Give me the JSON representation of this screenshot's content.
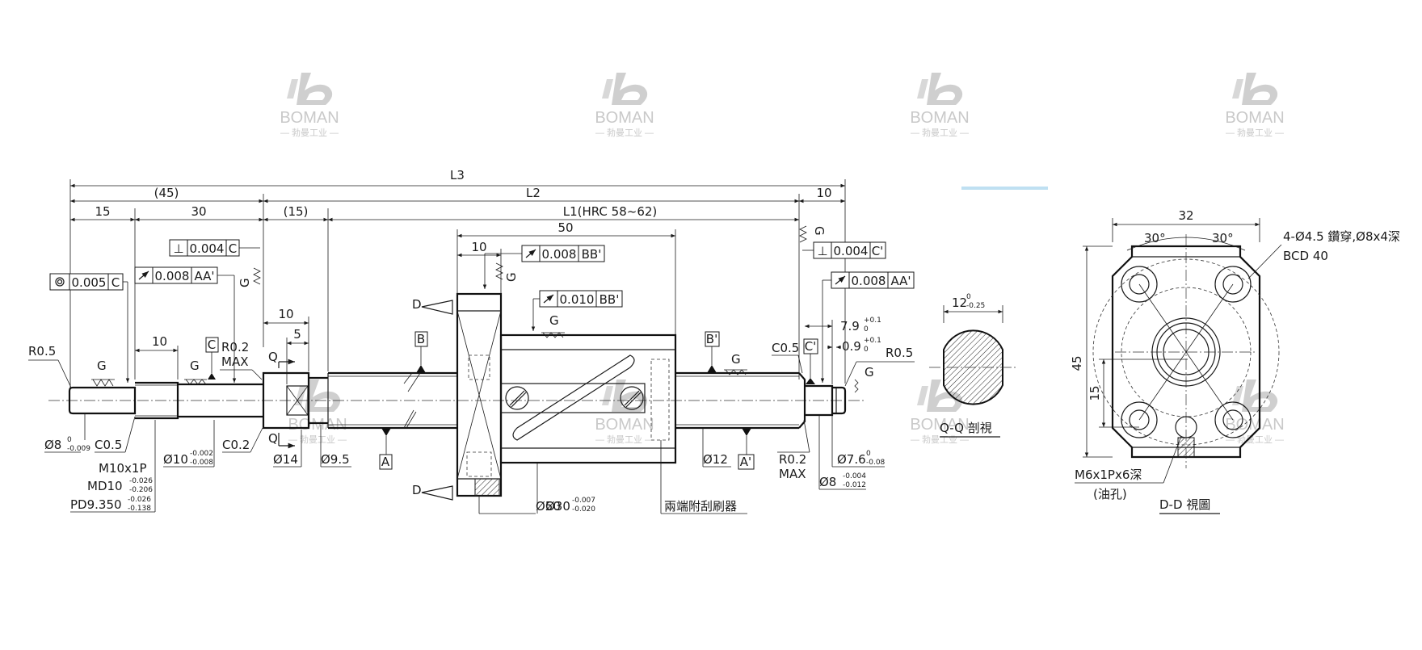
{
  "watermark": {
    "brand": "BOMAN",
    "subtitle": "— 勃曼工业 —"
  },
  "dims": {
    "L3": "L3",
    "p45": "(45)",
    "L2": "L2",
    "d10r": "10",
    "d15": "15",
    "d30": "30",
    "p15": "(15)",
    "L1": "L1(HRC 58~62)",
    "d50": "50",
    "d10n": "10",
    "d10a": "10",
    "d5": "5",
    "d10b": "10",
    "R05L": "R0.5",
    "R05R": "R0.5",
    "R02L": "R0.2",
    "maxL": "MAX",
    "R02R": "R0.2",
    "maxR": "MAX",
    "C05a": "C0.5",
    "C02": "C0.2",
    "C05b": "C0.5",
    "phi8": "Ø8",
    "phi8_t1": "0",
    "phi8_t2": "-0.009",
    "M10": "M10x1P",
    "MD10": "MD10",
    "MD10_t1": "-0.026",
    "MD10_t2": "-0.206",
    "PD": "PD9.350",
    "PD_t1": "-0.026",
    "PD_t2": "-0.138",
    "phi10": "Ø10",
    "phi10_t1": "-0.002",
    "phi10_t2": "-0.008",
    "phi14": "Ø14",
    "phi95": "Ø9.5",
    "phi12": "Ø12",
    "phi50": "Ø50",
    "phi30": "Ø30",
    "phi30_t1": "-0.007",
    "phi30_t2": "-0.020",
    "phi76": "Ø7.6",
    "phi76_t1": "0",
    "phi76_t2": "-0.08",
    "phi8r": "Ø8",
    "phi8r_t1": "-0.004",
    "phi8r_t2": "-0.012",
    "d79": "7.9",
    "d79_t1": "+0.1",
    "d79_t2": "0",
    "d09": "0.9",
    "d09_t1": "+0.1",
    "d09_t2": "0",
    "wiper": "兩端附刮刷器"
  },
  "labels": {
    "G": "G",
    "Q": "Q",
    "D": "D",
    "A": "A",
    "B": "B",
    "C": "C",
    "Ap": "A'",
    "Bp": "B'",
    "Cp": "C'"
  },
  "gdt": {
    "f1_tol": "0.005",
    "f1_ref": "C",
    "f2_tol": "0.004",
    "f2_ref": "C",
    "f3_tol": "0.008",
    "f3_ref": "AA'",
    "f4_tol": "0.008",
    "f4_ref": "BB'",
    "f5_tol": "0.010",
    "f5_ref": "BB'",
    "f6_tol": "0.004",
    "f6_ref": "C'",
    "f7_tol": "0.008",
    "f7_ref": "AA'"
  },
  "section_qq": {
    "width": "12",
    "t1": "0",
    "t2": "-0.25",
    "title": "Q-Q 剖視"
  },
  "section_dd": {
    "w32": "32",
    "h45": "45",
    "h15": "15",
    "a1": "30°",
    "a2": "30°",
    "holes": "4-Ø4.5 鑽穿,Ø8x4深",
    "bcd": "BCD 40",
    "oil1": "M6x1Px6深",
    "oil2": "(油孔)",
    "title": "D-D 視圖"
  },
  "colors": {
    "line": "#1a1a1a",
    "watermark": "#c9c9c9",
    "accent": "#bfe0f2"
  }
}
